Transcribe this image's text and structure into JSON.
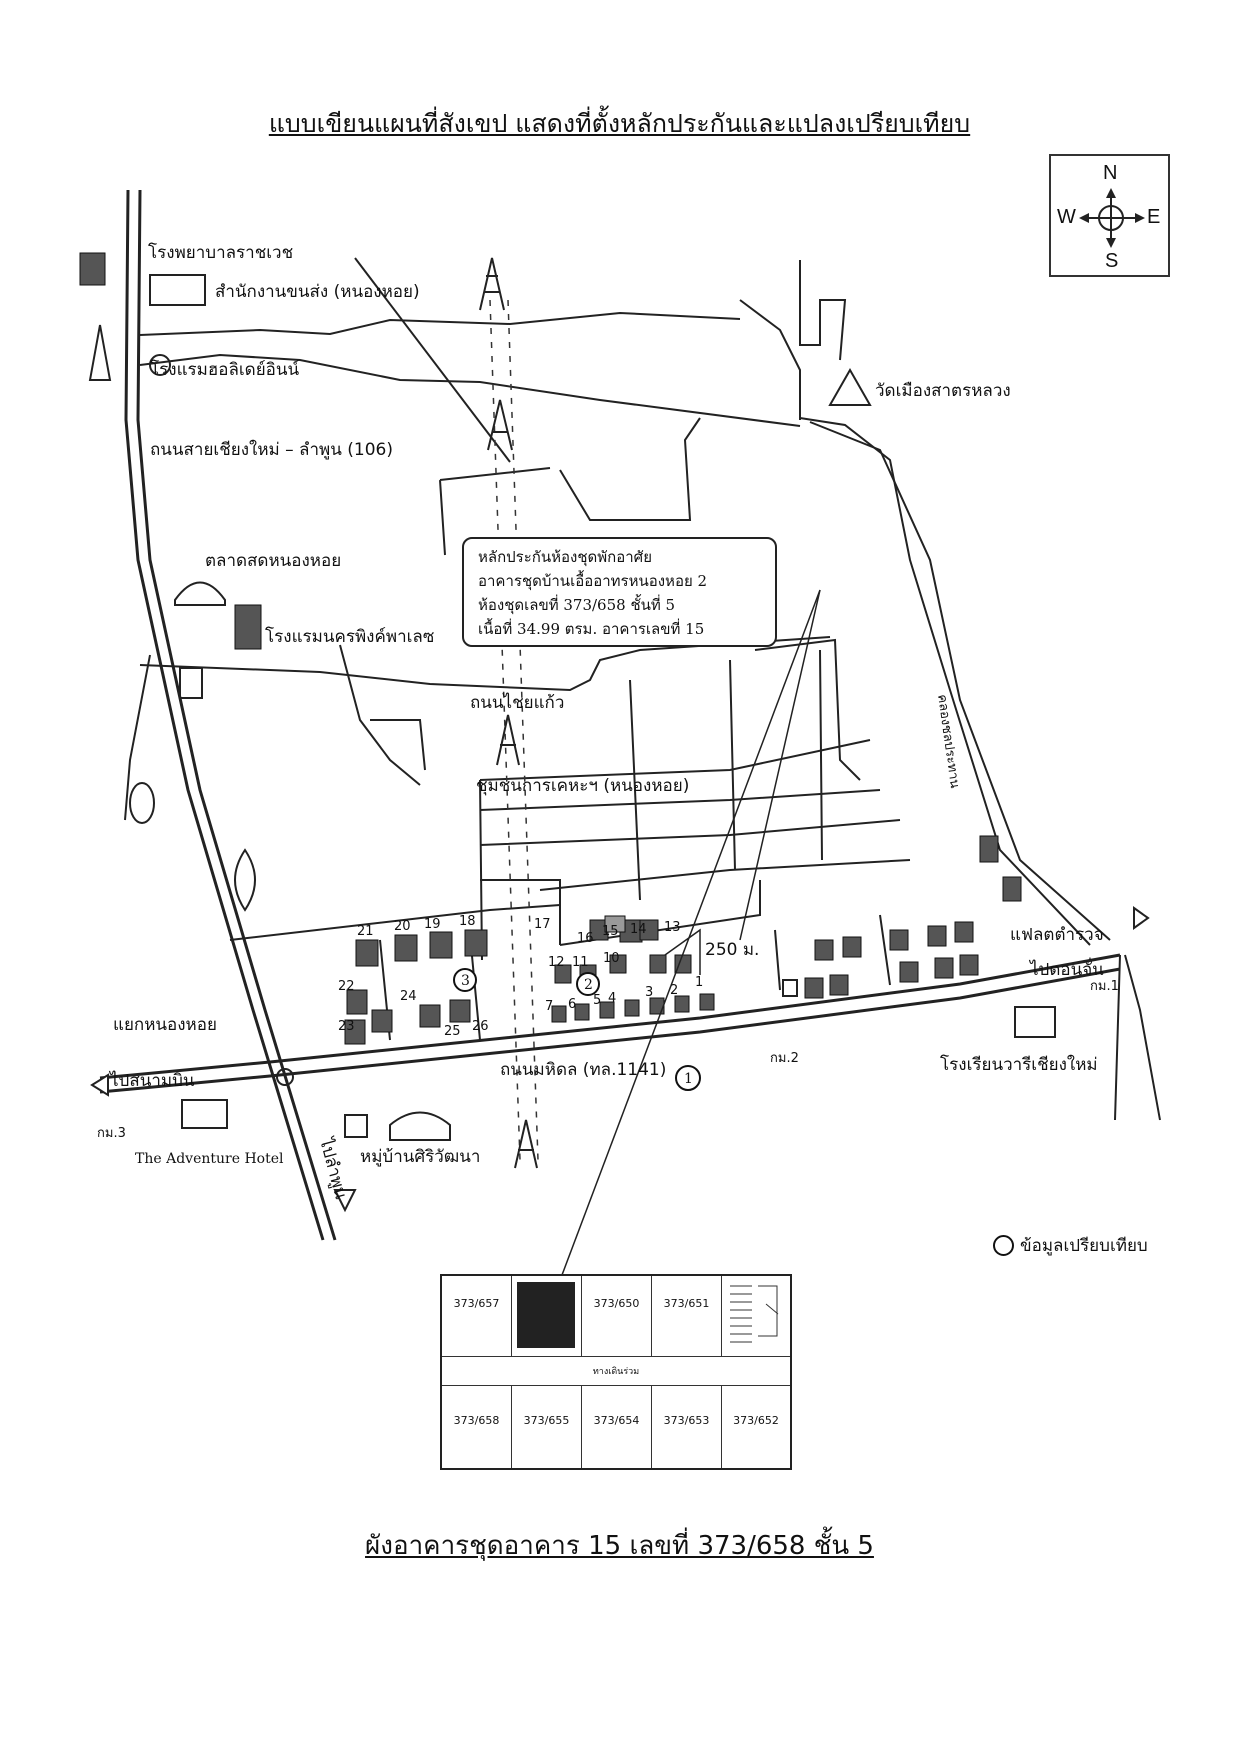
{
  "title": "แบบเขียนแผนที่สังเขป  แสดงที่ตั้งหลักประกันและแปลงเปรียบเทียบ",
  "compass": {
    "n": "N",
    "e": "E",
    "s": "S",
    "w": "W"
  },
  "landmarks": {
    "hospital": "โรงพยาบาลราชเวช",
    "transport_office": "สำนักงานขนส่ง (หนองหอย)",
    "holiday_inn": "โรงแรมฮอลิเดย์อินน์",
    "highway": "ถนนสายเชียงใหม่ – ลำพูน (106)",
    "market": "ตลาดสดหนองหอย",
    "hotel_nakorn": "โรงแรมนครพิงค์พาเลซ",
    "road_chaikaew": "ถนนไชยแก้ว",
    "community": "ชุมชนการเคหะฯ (หนองหอย)",
    "wat": "วัดเมืองสาตรหลวง",
    "canal": "คลองชลประทาน",
    "police_flat": "แฟลตตำรวจ",
    "to_don_chan": "ไปดอนจั่น",
    "km1": "กม.1",
    "school": "โรงเรียนวารีเชียงใหม่",
    "junction": "แยกหนองหอย",
    "to_airport": "ไปสนามบิน",
    "km3": "กม.3",
    "adventure_hotel": "The Adventure Hotel",
    "village": "หมู่บ้านศิริวัฒนา",
    "to_lamphun": "ไปลำพูน",
    "mahidol_road": "ถนนมหิดล (ทล.1141)",
    "km2": "กม.2",
    "distance": "250 ม."
  },
  "markers": [
    "1",
    "2",
    "3"
  ],
  "building_numbers": [
    "21",
    "20",
    "19",
    "18",
    "17",
    "16",
    "15",
    "14",
    "13",
    "12",
    "11",
    "10",
    "22",
    "24",
    "23",
    "25",
    "26",
    "7",
    "6",
    "5",
    "4",
    "3",
    "2",
    "1"
  ],
  "callout": {
    "line1": "หลักประกันห้องชุดพักอาศัย",
    "line2": "อาคารชุดบ้านเอื้ออาทรหนองหอย 2",
    "line3": "ห้องชุดเลขที่ 373/658 ชั้นที่ 5",
    "line4": "เนื้อที่  34.99  ตรม. อาคารเลขที่ 15"
  },
  "legend": "ข้อมูลเปรียบเทียบ",
  "floor_plan": {
    "top_units": [
      "373/657",
      "",
      "373/650",
      "373/651"
    ],
    "corridor": "ทางเดินร่วม",
    "bottom_units": [
      "373/658",
      "373/655",
      "373/654",
      "373/653",
      "373/652"
    ]
  },
  "bottom_title": "ผังอาคารชุดอาคาร 15 เลขที่ 373/658 ชั้น 5"
}
